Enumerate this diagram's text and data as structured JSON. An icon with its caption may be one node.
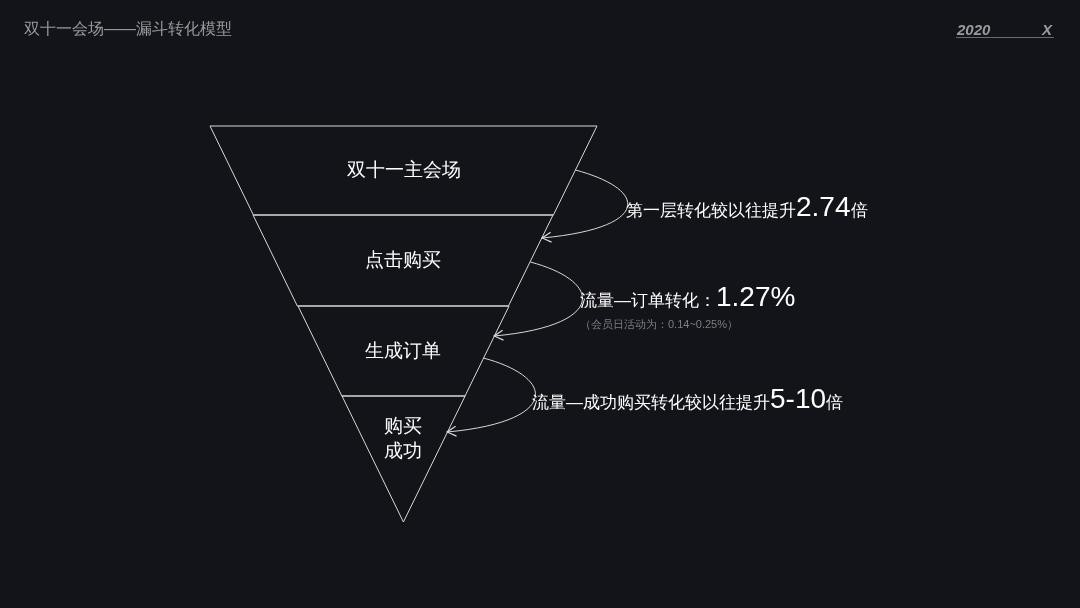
{
  "diagram": {
    "title": "双十一会场——漏斗转化模型",
    "nodes": [
      {
        "text": [
          "双十一主会场"
        ]
      },
      {
        "text": [
          "点击购买"
        ]
      },
      {
        "text": [
          "生成订单"
        ]
      },
      {
        "text": [
          "购买成功"
        ]
      }
    ],
    "edges": [
      {
        "from": 0,
        "to": 1,
        "arrow": "to",
        "label": "第一层转化较以往提升**2.74**倍"
      },
      {
        "from": 1,
        "to": 2,
        "arrow": "to",
        "label": "流量—订单转化：**1.27%**"
      },
      {
        "from": 2,
        "to": 3,
        "arrow": "to",
        "label": "流量—成功购买转化较以往提升**5-10**倍"
      }
    ],
    "labels": [
      "2020",
      "X",
      "（会员日活动为：0.14~0.25%）"
    ]
  }
}
